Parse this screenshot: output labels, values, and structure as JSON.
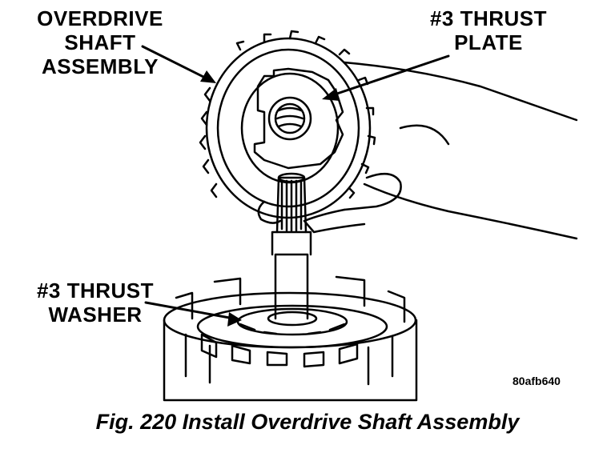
{
  "callouts": {
    "overdrive_shaft": [
      "OVERDRIVE",
      "SHAFT",
      "ASSEMBLY"
    ],
    "thrust_plate": [
      "#3  THRUST",
      "PLATE"
    ],
    "thrust_washer": [
      "#3 THRUST",
      "WASHER"
    ]
  },
  "reference_code": "80afb640",
  "caption": "Fig. 220 Install Overdrive Shaft Assembly"
}
